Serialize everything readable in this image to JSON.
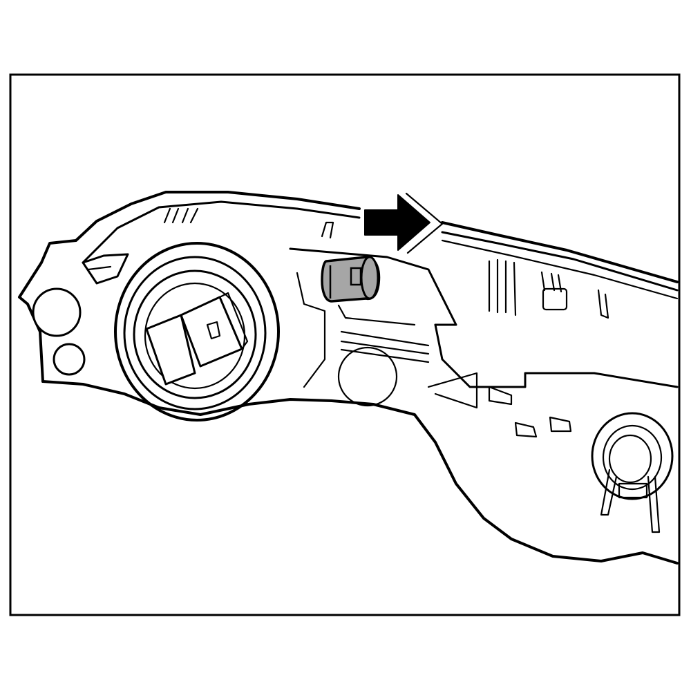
{
  "colors": {
    "ink": "#000000",
    "background": "#ffffff",
    "highlight_part": "#a6a6a6",
    "arrow": "#000000"
  },
  "illustration": {
    "subject": "headlamp-housing-rear",
    "highlighted_component": "clip-fastener",
    "direction_indicator": "arrow-right"
  }
}
